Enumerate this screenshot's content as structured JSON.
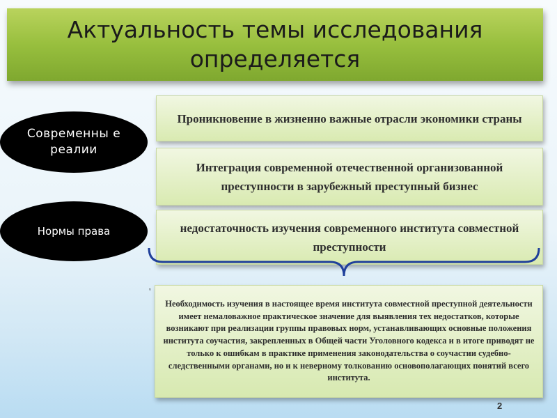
{
  "slide": {
    "title": "Актуальность темы исследования определяется",
    "labels": {
      "modern_realities": "Современны е реалии",
      "legal_norms": "Нормы права"
    },
    "boxes": [
      {
        "text": "Проникновение в жизненно важные отрасли экономики страны"
      },
      {
        "text": "Интеграция современной отечественной организованной преступности в зарубежный преступный бизнес"
      },
      {
        "text": "недостаточность изучения современного института совместной преступности"
      }
    ],
    "conclusion": "Необходимость изучения в настоящее время института совместной преступной деятельности имеет немаловажное практическое значение для выявления тех недостатков, которые возникают при реализации группы правовых норм, устанавливающих основные положения института соучастия, закрепленных в Общей части Уголовного кодекса и в итоге приводят не только к ошибкам в практике применения законодательства о соучастии судебно-следственными органами, но и к неверному толкованию основополагающих понятий всего института.",
    "tick": "'",
    "page_number": "2"
  }
}
